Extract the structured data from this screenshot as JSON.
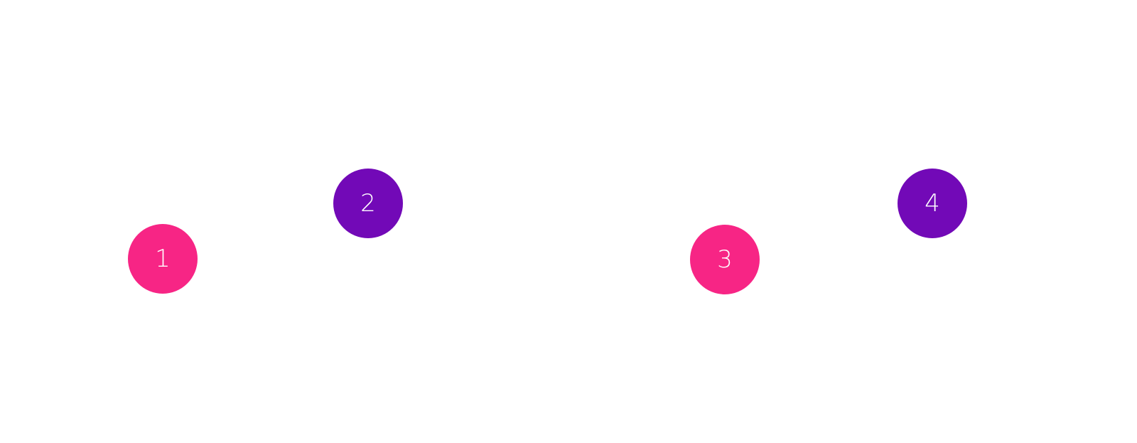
{
  "colors": {
    "pink": "#F72585",
    "purple": "#7209B7"
  },
  "steps": [
    {
      "label": "1",
      "color": "#F72585"
    },
    {
      "label": "2",
      "color": "#7209B7"
    },
    {
      "label": "3",
      "color": "#F72585"
    },
    {
      "label": "4",
      "color": "#7209B7"
    }
  ]
}
